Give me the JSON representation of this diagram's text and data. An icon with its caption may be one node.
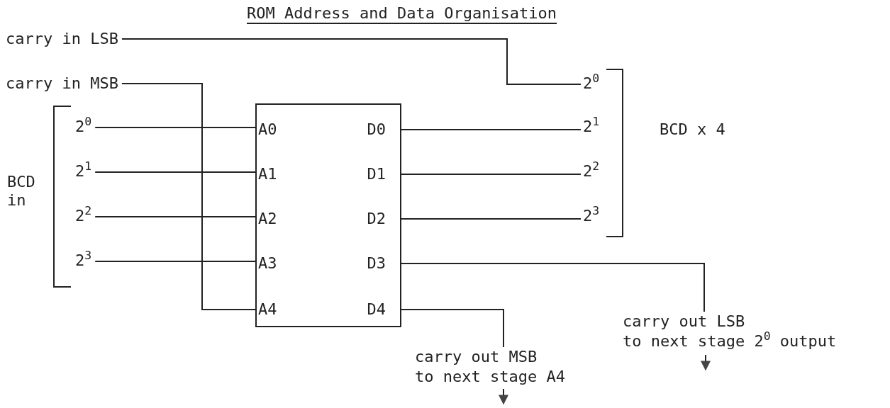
{
  "diagram": {
    "title": "ROM Address and Data Organisation",
    "nodes": [
      {
        "text": [],
        "shape": "box"
      },
      {
        "text": [
          "A0"
        ],
        "in": 0
      },
      {
        "text": [
          "A1"
        ],
        "in": 0
      },
      {
        "text": [
          "A2"
        ],
        "in": 0
      },
      {
        "text": [
          "A3"
        ],
        "in": 0
      },
      {
        "text": [
          "A4"
        ],
        "in": 0
      },
      {
        "text": [
          "D0"
        ],
        "in": 0
      },
      {
        "text": [
          "D1"
        ],
        "in": 0
      },
      {
        "text": [
          "D2"
        ],
        "in": 0
      },
      {
        "text": [
          "D3"
        ],
        "in": 0
      },
      {
        "text": [
          "D4"
        ],
        "in": 0
      },
      {
        "text": [
          "carry in LSB"
        ]
      },
      {
        "text": [
          "carry in MSB"
        ]
      },
      {
        "text": [
          "2$^{0}$"
        ]
      },
      {
        "text": [
          "2$^{1}$"
        ]
      },
      {
        "text": [
          "2$^{2}$"
        ]
      },
      {
        "text": [
          "2$^{3}$"
        ]
      },
      {
        "text": [
          "2$^{0}$"
        ]
      },
      {
        "text": [
          "2$^{1}$"
        ]
      },
      {
        "text": [
          "2$^{2}$"
        ]
      },
      {
        "text": [
          "2$^{3}$"
        ]
      },
      {
        "text": [
          "carry out MSB",
          "to next stage A4"
        ]
      },
      {
        "text": [
          "carry out LSB",
          "to next stage 2$^{0}$ output"
        ]
      }
    ],
    "edges": [
      {
        "from": 11,
        "to": 17,
        "arrow": "none"
      },
      {
        "from": 12,
        "to": 5,
        "arrow": "none"
      },
      {
        "from": 13,
        "to": 1,
        "arrow": "none"
      },
      {
        "from": 14,
        "to": 2,
        "arrow": "none"
      },
      {
        "from": 15,
        "to": 3,
        "arrow": "none"
      },
      {
        "from": 16,
        "to": 4,
        "arrow": "none"
      },
      {
        "from": 6,
        "to": 18,
        "arrow": "none"
      },
      {
        "from": 7,
        "to": 19,
        "arrow": "none"
      },
      {
        "from": 8,
        "to": 20,
        "arrow": "none"
      },
      {
        "from": 9,
        "to": 22,
        "arrow": "none"
      },
      {
        "from": 10,
        "to": 21,
        "arrow": "none"
      },
      {
        "from": 21,
        "to": null,
        "arrow": "to"
      },
      {
        "from": 22,
        "to": null,
        "arrow": "to"
      }
    ],
    "labels": [
      "BCD in",
      "BCD x 4"
    ]
  }
}
